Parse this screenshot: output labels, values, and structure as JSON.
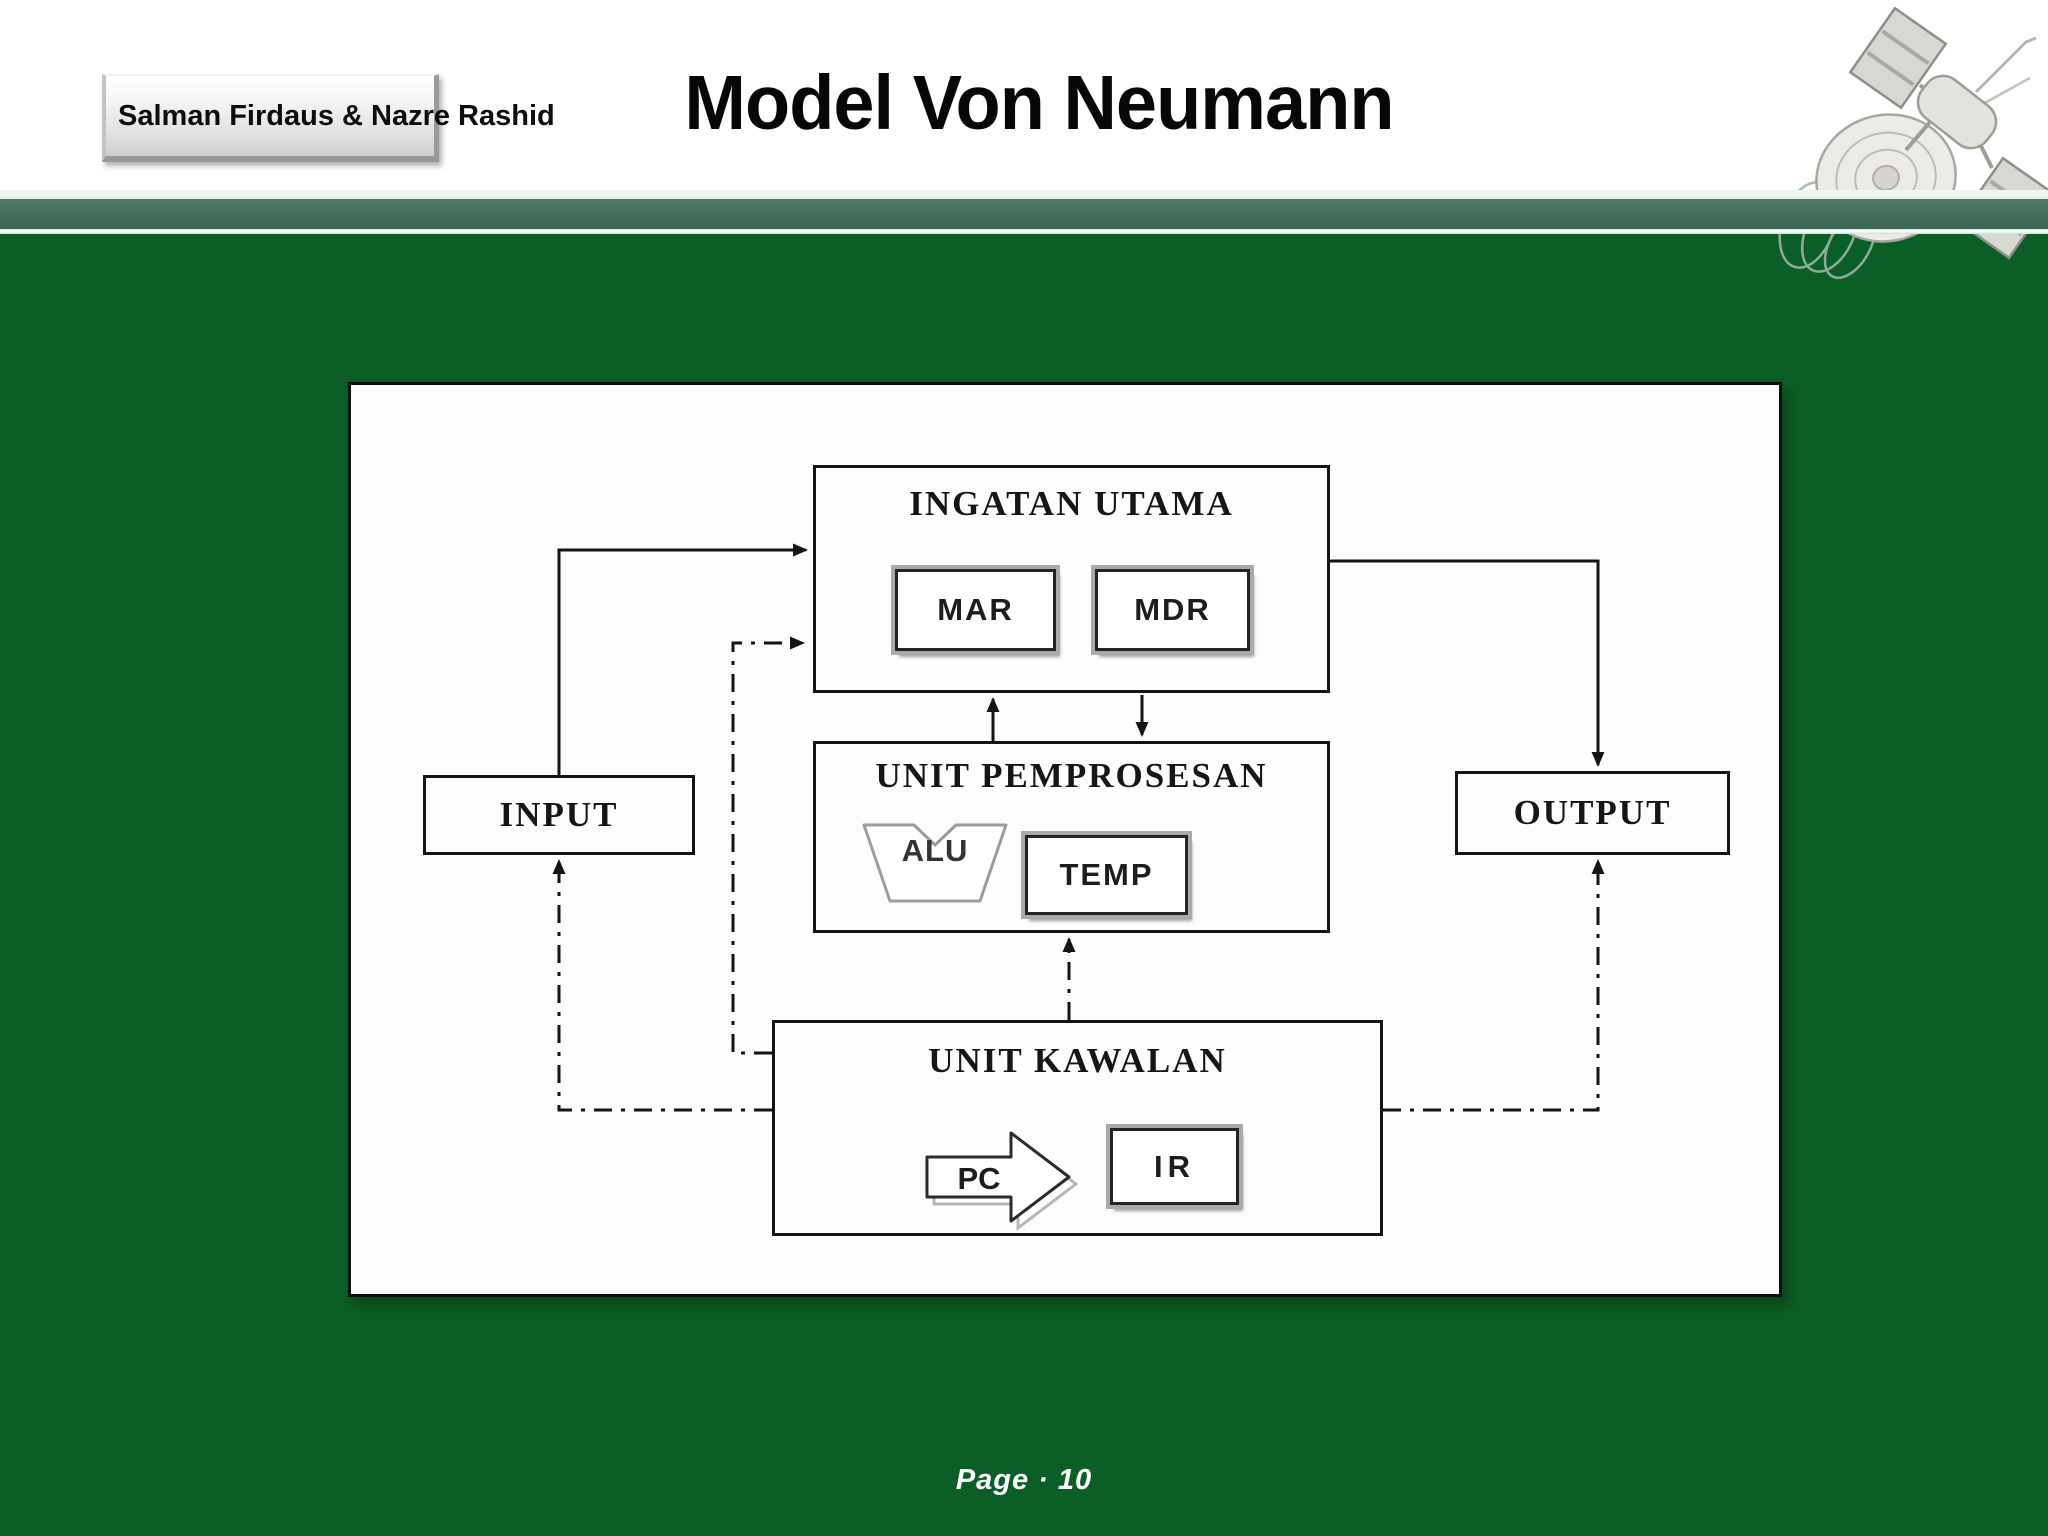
{
  "slide": {
    "badge_text": "Salman Firdaus & Nazre Rashid",
    "title": "Model Von Neumann",
    "page_footer": "Page · 10"
  },
  "diagram": {
    "ingatan_utama": {
      "label": "INGATAN UTAMA",
      "mar": "MAR",
      "mdr": "MDR"
    },
    "unit_pemprosesan": {
      "label": "UNIT PEMPROSESAN",
      "alu": "ALU",
      "temp": "TEMP"
    },
    "unit_kawalan": {
      "label": "UNIT KAWALAN",
      "pc": "PC",
      "ir": "IR"
    },
    "input": {
      "label": "INPUT"
    },
    "output": {
      "label": "OUTPUT"
    },
    "connections": [
      {
        "from": "INPUT",
        "to": "INGATAN UTAMA",
        "style": "solid"
      },
      {
        "from": "INGATAN UTAMA",
        "to": "OUTPUT",
        "style": "solid"
      },
      {
        "from": "UNIT PEMPROSESAN",
        "to": "INGATAN UTAMA",
        "style": "solid"
      },
      {
        "from": "INGATAN UTAMA",
        "to": "UNIT PEMPROSESAN",
        "style": "solid"
      },
      {
        "from": "UNIT KAWALAN",
        "to": "INGATAN UTAMA",
        "style": "dash-dot"
      },
      {
        "from": "UNIT KAWALAN",
        "to": "INPUT",
        "style": "dash-dot"
      },
      {
        "from": "UNIT KAWALAN",
        "to": "OUTPUT",
        "style": "dash-dot"
      },
      {
        "from": "UNIT KAWALAN",
        "to": "UNIT PEMPROSESAN",
        "style": "dash-dot"
      }
    ]
  },
  "colors": {
    "body_green": "#0b5e25",
    "band_top": "#507a69",
    "band_bottom": "#3a624f",
    "band_highlight": "#ffffff",
    "panel_bg": "#fdfdfd",
    "line_black": "#141414"
  }
}
